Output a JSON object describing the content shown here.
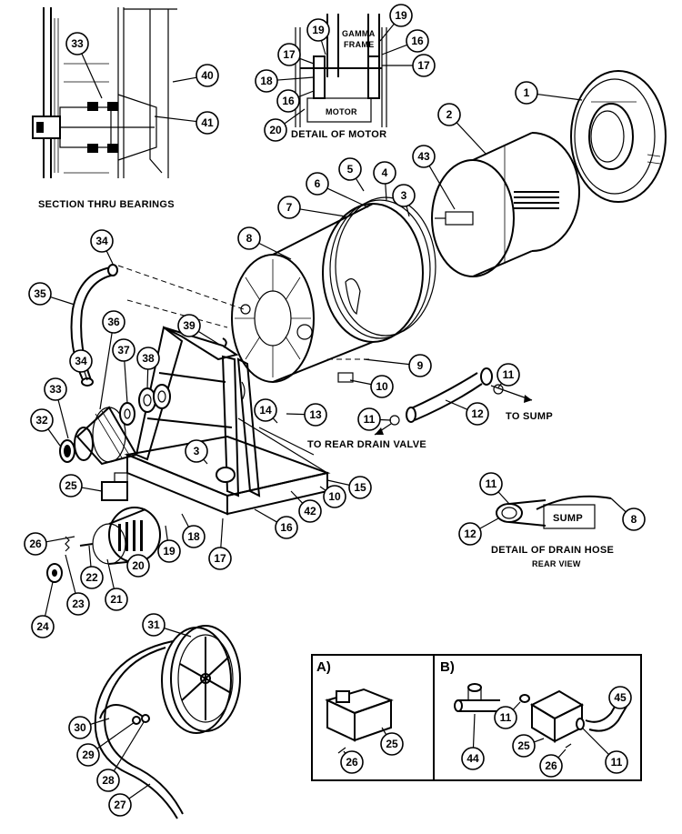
{
  "captions": {
    "section_bearings": "SECTION THRU BEARINGS",
    "detail_motor": "DETAIL OF MOTOR",
    "motor": "MOTOR",
    "gamma_frame_line1": "GAMMA",
    "gamma_frame_line2": "FRAME",
    "to_sump": "TO SUMP",
    "to_rear_drain_valve": "TO REAR DRAIN VALVE",
    "detail_drain_hose": "DETAIL OF DRAIN HOSE",
    "rear_view": "REAR VIEW",
    "sump": "SUMP"
  },
  "panels": {
    "a_label": "A)",
    "b_label": "B)"
  },
  "callouts": [
    {
      "id": "c33a",
      "label": "33"
    },
    {
      "id": "c40",
      "label": "40"
    },
    {
      "id": "c41",
      "label": "41"
    },
    {
      "id": "c19a",
      "label": "19"
    },
    {
      "id": "c19b",
      "label": "19"
    },
    {
      "id": "c17a",
      "label": "17"
    },
    {
      "id": "c16a",
      "label": "16"
    },
    {
      "id": "c18a",
      "label": "18"
    },
    {
      "id": "c16b",
      "label": "16"
    },
    {
      "id": "c17b",
      "label": "17"
    },
    {
      "id": "c20a",
      "label": "20"
    },
    {
      "id": "c1",
      "label": "1"
    },
    {
      "id": "c2",
      "label": "2"
    },
    {
      "id": "c43",
      "label": "43"
    },
    {
      "id": "c5",
      "label": "5"
    },
    {
      "id": "c4",
      "label": "4"
    },
    {
      "id": "c6",
      "label": "6"
    },
    {
      "id": "c3a",
      "label": "3"
    },
    {
      "id": "c7",
      "label": "7"
    },
    {
      "id": "c8a",
      "label": "8"
    },
    {
      "id": "c34a",
      "label": "34"
    },
    {
      "id": "c35",
      "label": "35"
    },
    {
      "id": "c36",
      "label": "36"
    },
    {
      "id": "c39",
      "label": "39"
    },
    {
      "id": "c37",
      "label": "37"
    },
    {
      "id": "c38",
      "label": "38"
    },
    {
      "id": "c34b",
      "label": "34"
    },
    {
      "id": "c33b",
      "label": "33"
    },
    {
      "id": "c32",
      "label": "32"
    },
    {
      "id": "c9",
      "label": "9"
    },
    {
      "id": "c10a",
      "label": "10"
    },
    {
      "id": "c11a",
      "label": "11"
    },
    {
      "id": "c13",
      "label": "13"
    },
    {
      "id": "c14",
      "label": "14"
    },
    {
      "id": "c11b",
      "label": "11"
    },
    {
      "id": "c12a",
      "label": "12"
    },
    {
      "id": "c3b",
      "label": "3"
    },
    {
      "id": "c25a",
      "label": "25"
    },
    {
      "id": "c15",
      "label": "15"
    },
    {
      "id": "c10b",
      "label": "10"
    },
    {
      "id": "c42",
      "label": "42"
    },
    {
      "id": "c26a",
      "label": "26"
    },
    {
      "id": "c18b",
      "label": "18"
    },
    {
      "id": "c16c",
      "label": "16"
    },
    {
      "id": "c17c",
      "label": "17"
    },
    {
      "id": "c19c",
      "label": "19"
    },
    {
      "id": "c20b",
      "label": "20"
    },
    {
      "id": "c22",
      "label": "22"
    },
    {
      "id": "c21",
      "label": "21"
    },
    {
      "id": "c23",
      "label": "23"
    },
    {
      "id": "c24",
      "label": "24"
    },
    {
      "id": "c11c",
      "label": "11"
    },
    {
      "id": "c12b",
      "label": "12"
    },
    {
      "id": "c8b",
      "label": "8"
    },
    {
      "id": "c31",
      "label": "31"
    },
    {
      "id": "c30",
      "label": "30"
    },
    {
      "id": "c29",
      "label": "29"
    },
    {
      "id": "c28",
      "label": "28"
    },
    {
      "id": "c27",
      "label": "27"
    },
    {
      "id": "c25b",
      "label": "25"
    },
    {
      "id": "c26b",
      "label": "26"
    },
    {
      "id": "c44",
      "label": "44"
    },
    {
      "id": "c11d",
      "label": "11"
    },
    {
      "id": "c45",
      "label": "45"
    },
    {
      "id": "c25c",
      "label": "25"
    },
    {
      "id": "c26c",
      "label": "26"
    },
    {
      "id": "c11e",
      "label": "11"
    }
  ]
}
